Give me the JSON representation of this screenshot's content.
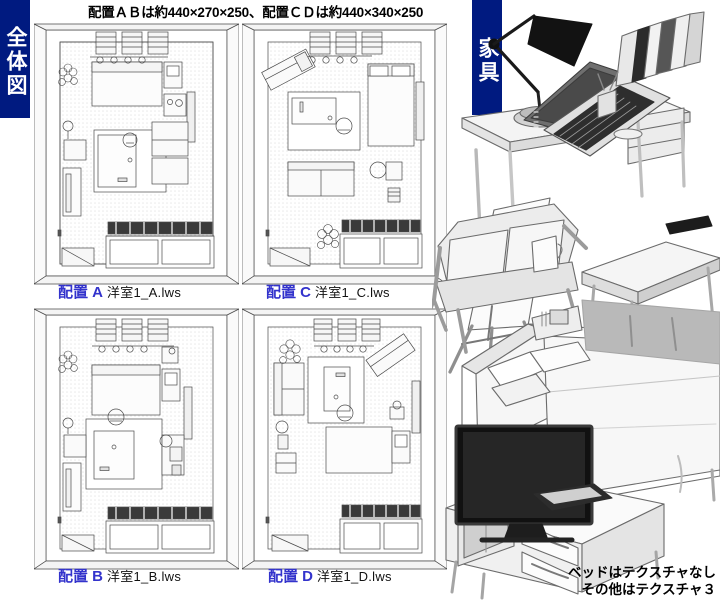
{
  "header": {
    "title": "配置ＡＢは約440×270×250、配置ＣＤは約440×340×250",
    "left_label": "全体図",
    "right_label": "家具"
  },
  "plans": [
    {
      "id": "A",
      "label": "配置 A",
      "filename": "洋室1_A.lws"
    },
    {
      "id": "C",
      "label": "配置 C",
      "filename": "洋室1_C.lws"
    },
    {
      "id": "B",
      "label": "配置 B",
      "filename": "洋室1_B.lws"
    },
    {
      "id": "D",
      "label": "配置 D",
      "filename": "洋室1_D.lws"
    }
  ],
  "note": {
    "line1": "ベッドはテクスチャなし",
    "line2": "その他はテクスチャ３"
  },
  "icons": {
    "desk": "desk-icon",
    "desk_lamp": "desk-lamp-icon",
    "laptop": "laptop-icon",
    "books": "books-icon",
    "chair": "chair-icon",
    "sofa": "sofa-icon",
    "coffee_table": "coffee-table-icon",
    "mug": "mug-icon",
    "remote": "remote-icon",
    "bed": "bed-icon",
    "pillow": "pillow-icon",
    "tv": "tv-icon",
    "tv_stand": "tv-stand-icon"
  },
  "colors": {
    "label_bar": "#001a80",
    "label_text": "#ffffff",
    "caption_accent": "#3333cc",
    "caption_text": "#111111",
    "line": "#4a4a4a",
    "fill_light": "#f2f2f2",
    "fill_mid": "#d9d9d9",
    "fill_dark": "#9e9e9e",
    "screen": "#2b2b2b",
    "background": "#ffffff"
  }
}
